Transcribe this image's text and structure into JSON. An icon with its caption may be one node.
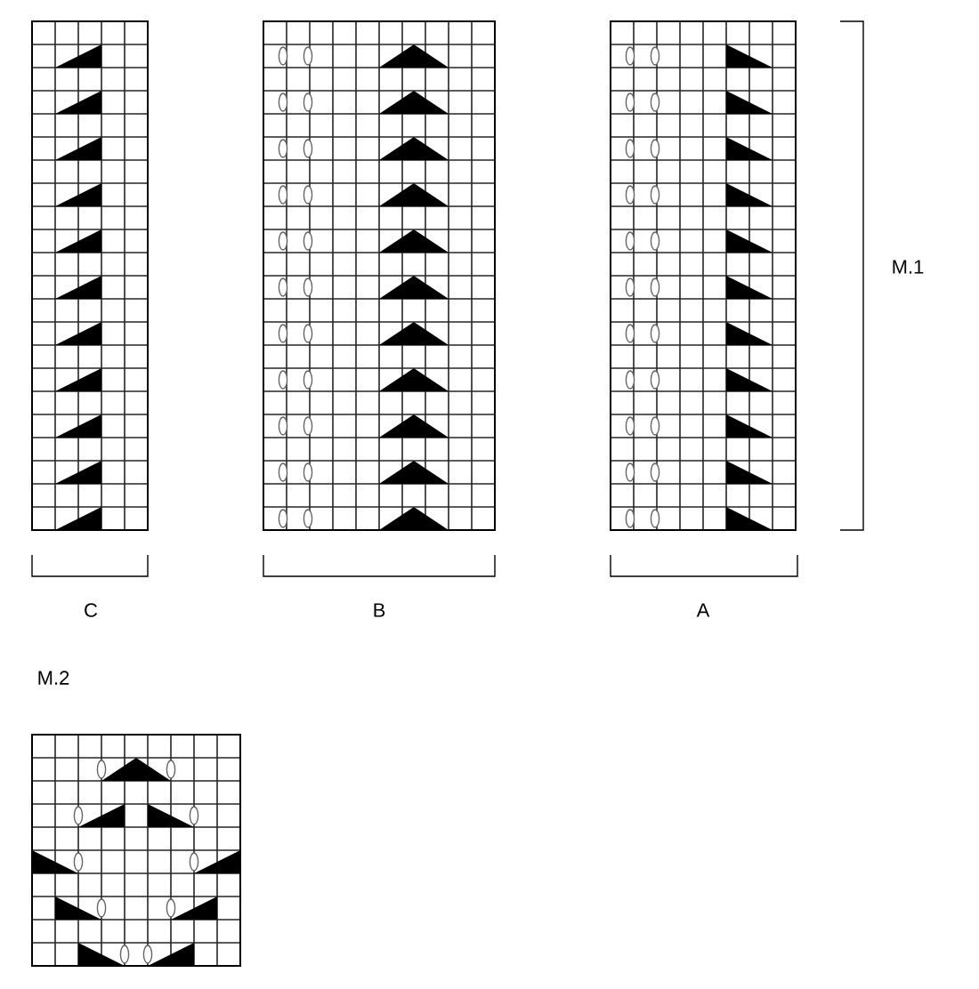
{
  "diagram": {
    "labels": [
      "M.1",
      "C",
      "B",
      "A",
      "M.2"
    ]
  }
}
